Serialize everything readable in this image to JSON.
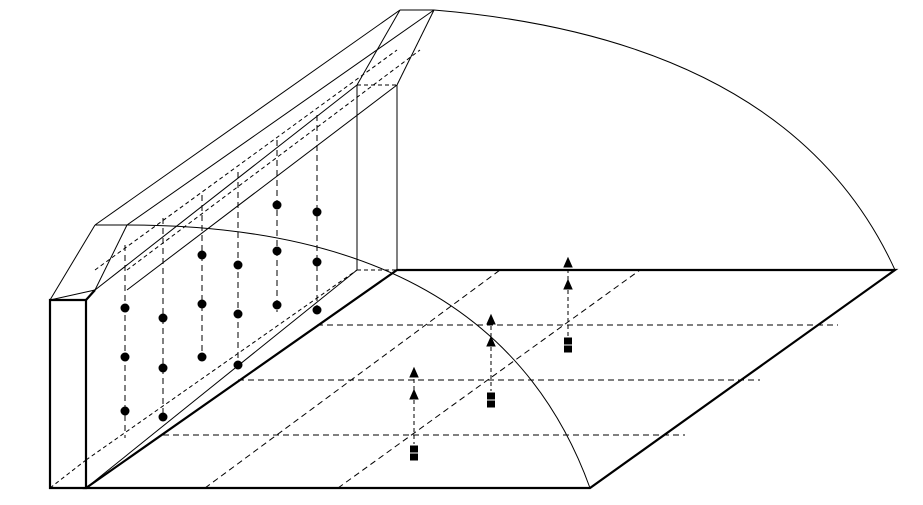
{
  "colors": {
    "stroke": "#000000",
    "background": "#ffffff",
    "marker": "#000000"
  },
  "icons": {
    "sensor": "filled-circle",
    "upward_flow": "triangle-up-arrow",
    "floor_source": "stacked-squares"
  }
}
